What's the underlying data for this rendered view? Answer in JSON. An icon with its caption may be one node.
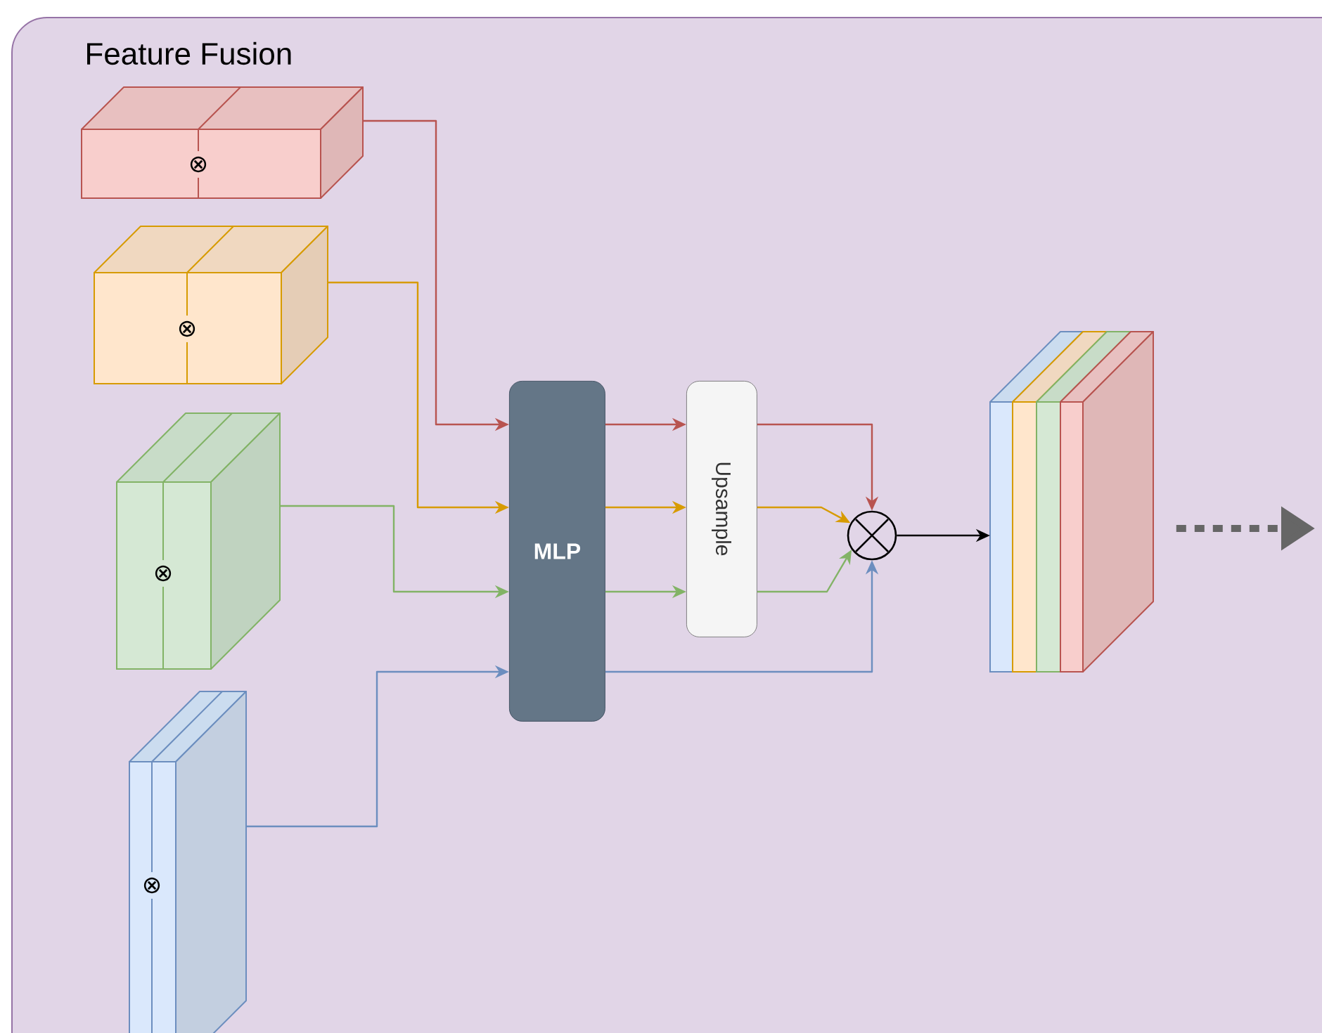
{
  "diagram": {
    "nodes": [
      {
        "text": [
          "Feature Fusion"
        ]
      },
      {
        "text": [
          "⊗"
        ],
        "in": 0
      },
      {
        "text": [
          "⊗"
        ],
        "in": 0
      },
      {
        "text": [
          "⊗"
        ],
        "in": 0
      },
      {
        "text": [
          "⊗"
        ],
        "in": 0
      },
      {
        "text": [
          "MLP"
        ],
        "in": 0
      },
      {
        "text": [
          "Upsample"
        ],
        "in": 0
      },
      {
        "text": [],
        "shape": "circle",
        "in": 0
      },
      {
        "text": [],
        "shape": "box",
        "in": 0
      }
    ],
    "edges": [
      {
        "from": 1,
        "to": 5,
        "arrow": "to",
        "color": "#b85450"
      },
      {
        "from": 2,
        "to": 5,
        "arrow": "to",
        "color": "#d79b00"
      },
      {
        "from": 3,
        "to": 5,
        "arrow": "to",
        "color": "#82b366"
      },
      {
        "from": 4,
        "to": 5,
        "arrow": "to",
        "color": "#6c8ebf"
      },
      {
        "from": 5,
        "to": 6,
        "arrow": "to",
        "color": "#b85450"
      },
      {
        "from": 5,
        "to": 6,
        "arrow": "to",
        "color": "#d79b00"
      },
      {
        "from": 5,
        "to": 6,
        "arrow": "to",
        "color": "#82b366"
      },
      {
        "from": 6,
        "to": 7,
        "arrow": "to",
        "color": "#b85450"
      },
      {
        "from": 6,
        "to": 7,
        "arrow": "to",
        "color": "#d79b00"
      },
      {
        "from": 6,
        "to": 7,
        "arrow": "to",
        "color": "#82b366"
      },
      {
        "from": 5,
        "to": 7,
        "arrow": "to",
        "color": "#6c8ebf"
      },
      {
        "from": 7,
        "to": 8,
        "arrow": "to",
        "color": "#000000"
      },
      {
        "from": 8,
        "to": null,
        "arrow": "to",
        "style": "dashed",
        "color": "#666666"
      }
    ]
  }
}
